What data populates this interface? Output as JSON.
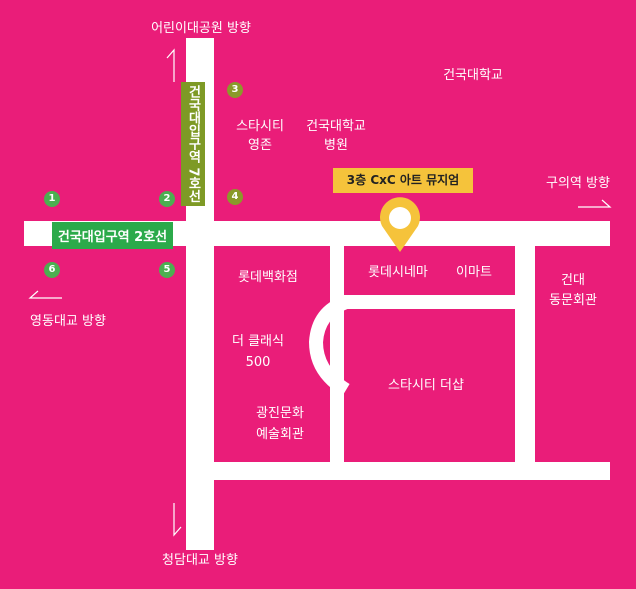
{
  "colors": {
    "background": "#EA1D79",
    "road": "#FFFFFF",
    "line2_green": "#2BAA4A",
    "line7_olive": "#7E9A25",
    "museum_yellow": "#F5C33B",
    "exit_badge_green": "#4CAF50",
    "pin": "#F5C33B"
  },
  "directions": {
    "north": "어린이대공원 방향",
    "east": "구의역 방향",
    "west": "영동대교 방향",
    "south": "청담대교 방향"
  },
  "stations": {
    "line2": "건국대입구역 2호선",
    "line7": "건국대입구역 7호선"
  },
  "exits": [
    "1",
    "2",
    "3",
    "4",
    "5",
    "6"
  ],
  "museum": "3층 CxC 아트 뮤지엄",
  "places": {
    "konkuk_univ": "건국대학교",
    "starcity_yeongjon_1": "스타시티",
    "starcity_yeongjon_2": "영존",
    "konkuk_hospital_1": "건국대학교",
    "konkuk_hospital_2": "병원",
    "lotte_cinema": "롯데시네마",
    "emart": "이마트",
    "konkuk_alumni_1": "건대",
    "konkuk_alumni_2": "동문회관",
    "lotte_dept": "롯데백화점",
    "classic500_1": "더 클래식",
    "classic500_2": "500",
    "starcity_mall": "스타시티 더샵",
    "gwangjin_hall_1": "광진문화",
    "gwangjin_hall_2": "예술회관"
  }
}
